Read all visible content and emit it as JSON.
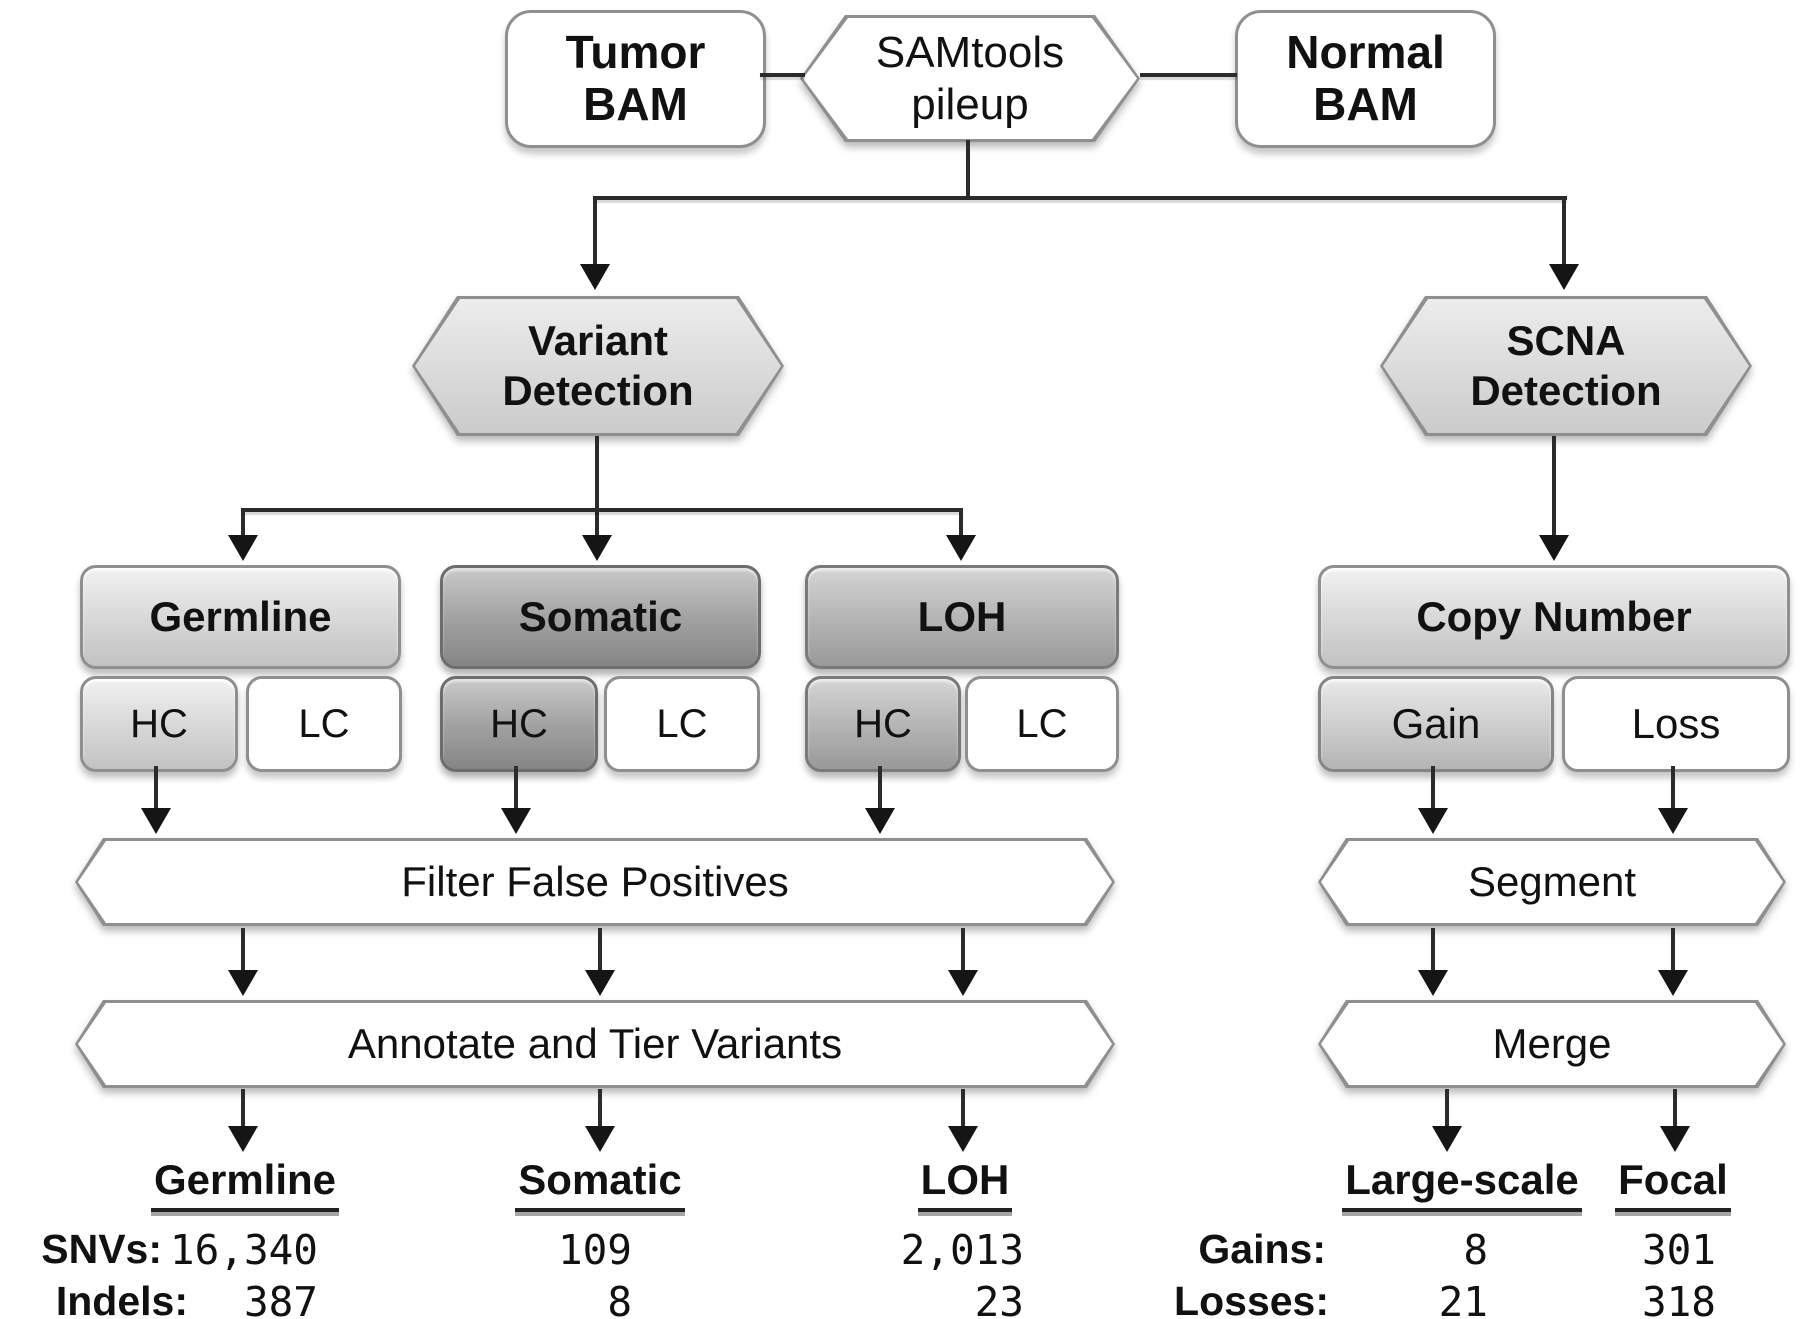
{
  "top": {
    "tumor_bam": "Tumor\nBAM",
    "samtools_pileup": "SAMtools\npileup",
    "normal_bam": "Normal\nBAM"
  },
  "variant": {
    "detection": "Variant\nDetection",
    "germline": "Germline",
    "somatic": "Somatic",
    "loh": "LOH",
    "hc": "HC",
    "lc": "LC",
    "filter": "Filter False Positives",
    "annotate": "Annotate and Tier Variants",
    "results": {
      "headers": [
        "Germline",
        "Somatic",
        "LOH"
      ],
      "row_labels": [
        "SNVs:",
        "Indels:"
      ],
      "snvs": [
        "16,340",
        "109",
        "2,013"
      ],
      "indels": [
        "387",
        "8",
        "23"
      ]
    }
  },
  "scna": {
    "detection": "SCNA\nDetection",
    "copy_number": "Copy Number",
    "gain": "Gain",
    "loss": "Loss",
    "segment": "Segment",
    "merge": "Merge",
    "results": {
      "headers": [
        "Large-scale",
        "Focal"
      ],
      "row_labels": [
        "Gains:",
        "Losses:"
      ],
      "gains": [
        "8",
        "301"
      ],
      "losses": [
        "21",
        "318"
      ]
    }
  },
  "colors": {
    "line": "#2b2b2b",
    "arrow": "#151515",
    "box_border": "#8f8f8f",
    "dark_fill": "#858585",
    "light_fill": "#d9d9d9"
  }
}
